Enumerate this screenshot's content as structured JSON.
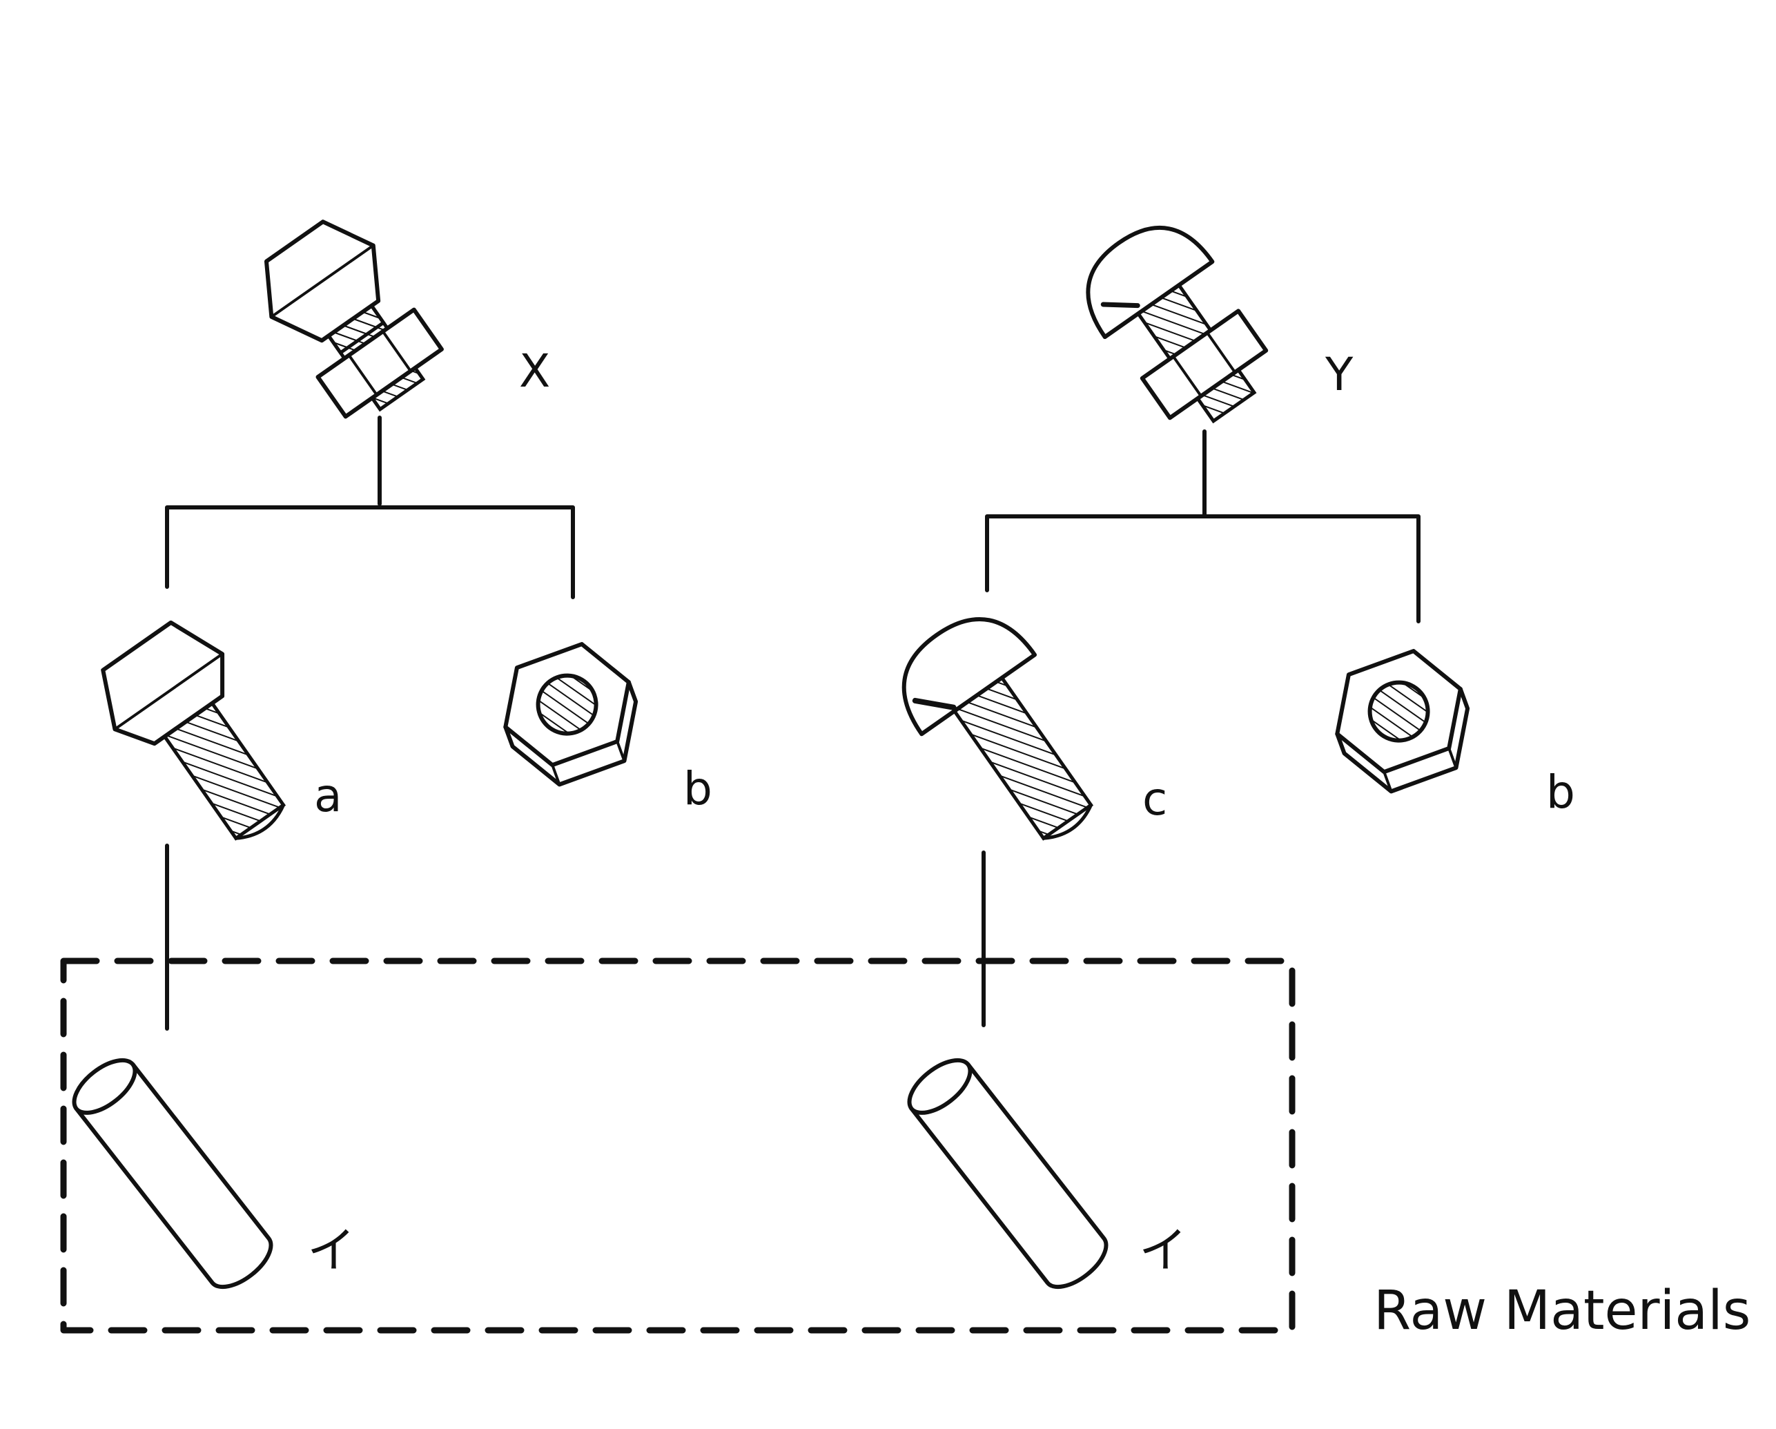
{
  "diagram": {
    "assemblies": [
      {
        "label": "X",
        "icon": "hex-bolt-with-nut-assembly"
      },
      {
        "label": "Y",
        "icon": "round-head-screw-with-nut-assembly"
      }
    ],
    "parts": [
      {
        "label": "a",
        "icon": "hex-bolt"
      },
      {
        "label": "b",
        "icon": "hex-nut"
      },
      {
        "label": "c",
        "icon": "round-head-screw"
      },
      {
        "label": "b",
        "icon": "hex-nut"
      }
    ],
    "materials": [
      {
        "label": "イ",
        "icon": "cylinder-rod"
      },
      {
        "label": "イ",
        "icon": "cylinder-rod"
      }
    ],
    "group_caption": "Raw Materials",
    "colors": {
      "ink": "#111111",
      "background": "#ffffff"
    }
  }
}
